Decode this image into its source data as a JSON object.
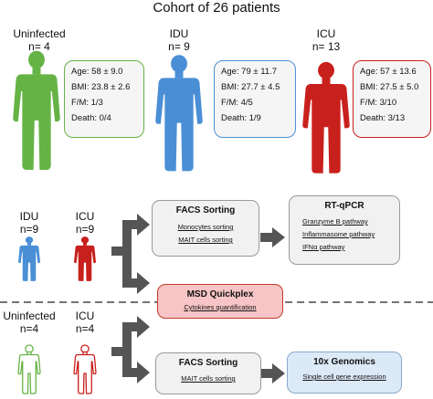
{
  "title": "Cohort of 26 patients",
  "colors": {
    "green": "#66b345",
    "blue": "#4a8fd6",
    "red": "#c8201c",
    "pink": "#f7c5c5"
  },
  "cohort": {
    "uninfected": {
      "name": "Uninfected",
      "n": "n= 4",
      "age": "Age: 58 ± 9.0",
      "bmi": "BMI: 23.8 ± 2.6",
      "fm": "F/M: 1/3",
      "death": "Death: 0/4"
    },
    "idu": {
      "name": "IDU",
      "n": "n= 9",
      "age": "Age: 79 ± 11.7",
      "bmi": "BMI: 27.7 ± 4.5",
      "fm": "F/M: 4/5",
      "death": "Death: 1/9"
    },
    "icu": {
      "name": "ICU",
      "n": "n= 13",
      "age": "Age: 57 ± 13.6",
      "bmi": "BMI: 27.5 ± 5.0",
      "fm": "F/M: 3/10",
      "death": "Death: 3/13"
    }
  },
  "lower": {
    "idu_name": "IDU",
    "idu_n": "n=9",
    "icu_name": "ICU",
    "icu_n": "n=9",
    "un_name": "Uninfected",
    "un_n": "n=4",
    "icu2_name": "ICU",
    "icu2_n": "n=4"
  },
  "facs1": {
    "title": "FACS Sorting",
    "lines": [
      "Monocytes sorting",
      "MAIT cells sorting"
    ]
  },
  "rtqpcr": {
    "title": "RT-qPCR",
    "lines": [
      "Granzyme B pathway",
      "Inflammasome pathway",
      "IFNα pathway"
    ]
  },
  "msd": {
    "title": "MSD Quickplex",
    "line": "Cytokines quantification"
  },
  "facs2": {
    "title": "FACS Sorting",
    "line": "MAIT cells sorting"
  },
  "genomics": {
    "title": "10x Genomics",
    "line": "Single cell gene expression"
  }
}
